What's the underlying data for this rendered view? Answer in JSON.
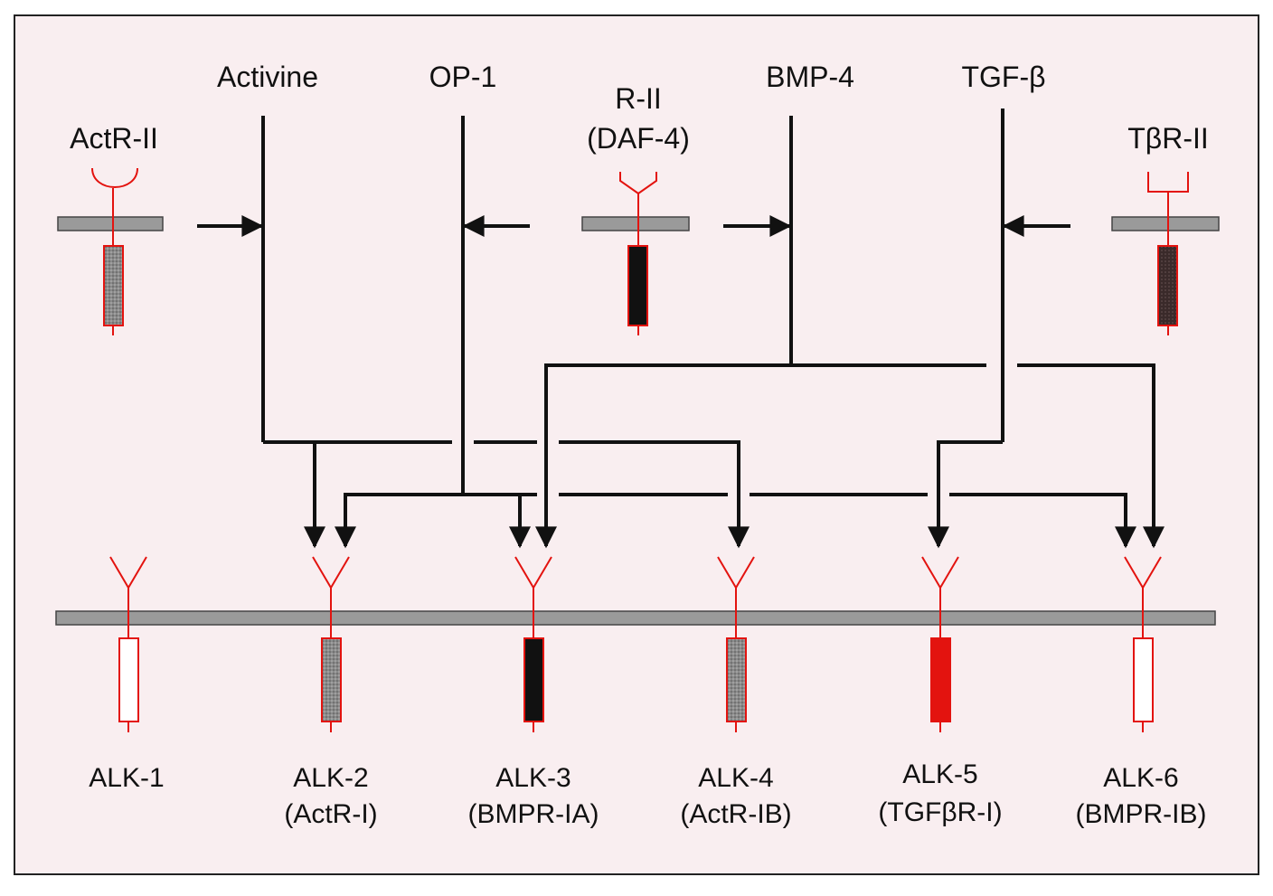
{
  "colors": {
    "panel_bg": "#f9eef0",
    "membrane": "#9a9a9a",
    "receptor": "#e3130f",
    "pathway": "#111111"
  },
  "ligands": [
    {
      "id": "activine",
      "label": "Activine"
    },
    {
      "id": "op1",
      "label": "OP-1"
    },
    {
      "id": "bmp4",
      "label": "BMP-4"
    },
    {
      "id": "tgfb",
      "label": "TGF-β"
    }
  ],
  "type2": [
    {
      "id": "actrii",
      "line1": "ActR-II",
      "line2": "",
      "kinase": "grey"
    },
    {
      "id": "rii",
      "line1": "R-II",
      "line2": "(DAF-4)",
      "kinase": "black"
    },
    {
      "id": "tbrii",
      "line1": "TβR-II",
      "line2": "",
      "kinase": "dark"
    }
  ],
  "type1": [
    {
      "id": "alk1",
      "line1": "ALK-1",
      "line2": "",
      "kinase": "white"
    },
    {
      "id": "alk2",
      "line1": "ALK-2",
      "line2": "(ActR-I)",
      "kinase": "grey"
    },
    {
      "id": "alk3",
      "line1": "ALK-3",
      "line2": "(BMPR-IA)",
      "kinase": "black"
    },
    {
      "id": "alk4",
      "line1": "ALK-4",
      "line2": "(ActR-IB)",
      "kinase": "grey"
    },
    {
      "id": "alk5",
      "line1": "ALK-5",
      "line2": "(TGFβR-I)",
      "kinase": "red"
    },
    {
      "id": "alk6",
      "line1": "ALK-6",
      "line2": "(BMPR-IB)",
      "kinase": "white"
    }
  ]
}
